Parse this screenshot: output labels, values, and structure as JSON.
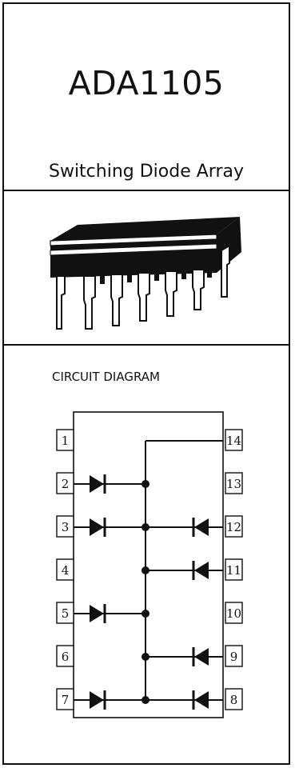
{
  "header": {
    "part_number": "ADA1105",
    "description": "Switching Diode Array"
  },
  "diagram": {
    "heading": "CIRCUIT DIAGRAM",
    "pins_left": [
      "1",
      "2",
      "3",
      "4",
      "5",
      "6",
      "7"
    ],
    "pins_right": [
      "14",
      "13",
      "12",
      "11",
      "10",
      "9",
      "8"
    ],
    "common_pin": "14",
    "diodes_left_pins": [
      "2",
      "3",
      "5",
      "7"
    ],
    "diodes_right_pins": [
      "12",
      "11",
      "9",
      "8"
    ]
  },
  "colors": {
    "ink": "#111111",
    "paper": "#ffffff"
  }
}
